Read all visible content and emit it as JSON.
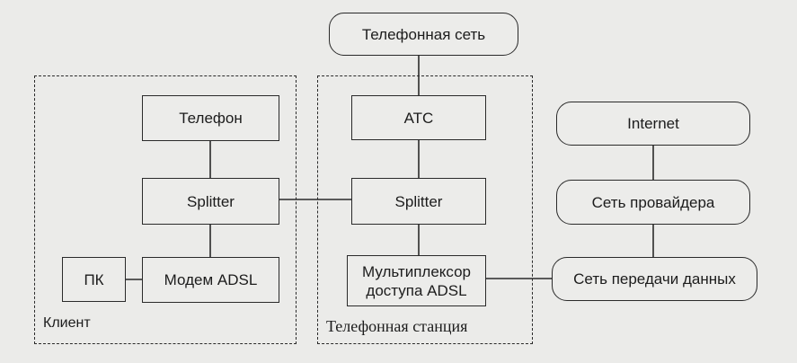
{
  "groups": {
    "client": "Клиент",
    "station": "Телефонная станция"
  },
  "nodes": {
    "phone_network": "Телефонная сеть",
    "telephone": "Телефон",
    "client_splitter": "Splitter",
    "pc": "ПК",
    "adsl_modem": "Модем ADSL",
    "ats": "АТС",
    "station_splitter": "Splitter",
    "dslam_line1": "Мультиплексор",
    "dslam_line2": "доступа ADSL",
    "internet": "Internet",
    "provider_network": "Сеть провайдера",
    "data_network": "Сеть передачи данных"
  }
}
